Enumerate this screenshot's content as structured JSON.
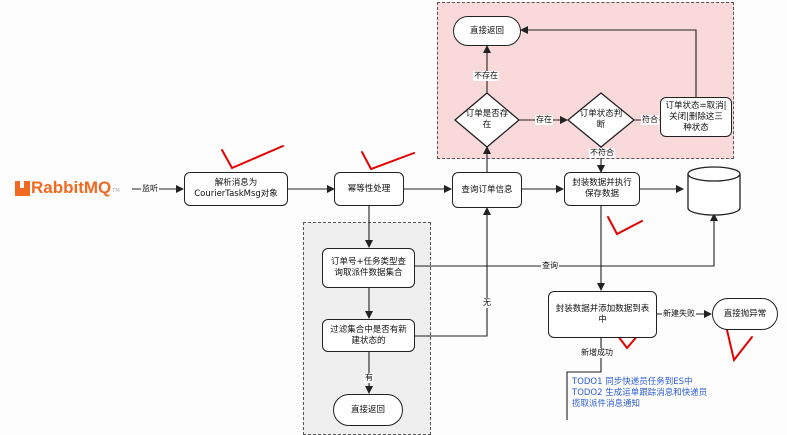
{
  "logo": {
    "part1": "RabbitMQ",
    "tm": "TM",
    "orange": "#f26a22",
    "gray": "#a9a9a9"
  },
  "nodes": {
    "parse": "解析消息为 CourierTaskMsg对象",
    "idempotent": "幂等性处理",
    "query_order": "查询订单信息",
    "save": "封装数据并执行保存数据",
    "return_top": "直接返回",
    "order_exists": "订单是否存在",
    "status_check": "订单状态判断",
    "status_note": "订单状态=取消|关闭|删除这三种状态",
    "query_set": "订单号+任务类型查询取派件数据集合",
    "filter": "过滤集合中是否有新建状态的",
    "return_bottom": "直接返回",
    "add_table": "封装数据并添加数据到表中",
    "throw": "直接抛异常"
  },
  "labels": {
    "listen": "监听",
    "not_exist": "不存在",
    "exist": "存在",
    "match": "符合",
    "not_match": "不符合",
    "query": "查询",
    "none": "无",
    "have": "有",
    "create_fail": "新建失败",
    "create_success": "新增成功"
  },
  "todo": [
    "TODO1  同步快递员任务到ES中",
    "TODO2  生成运单跟踪消息和快递员",
    "揽取派件消息通知"
  ],
  "colors": {
    "pink_region": "#f9d9da",
    "gray_region": "#efefef",
    "annotation": "#e60000",
    "todo": "#2a5bd7"
  }
}
